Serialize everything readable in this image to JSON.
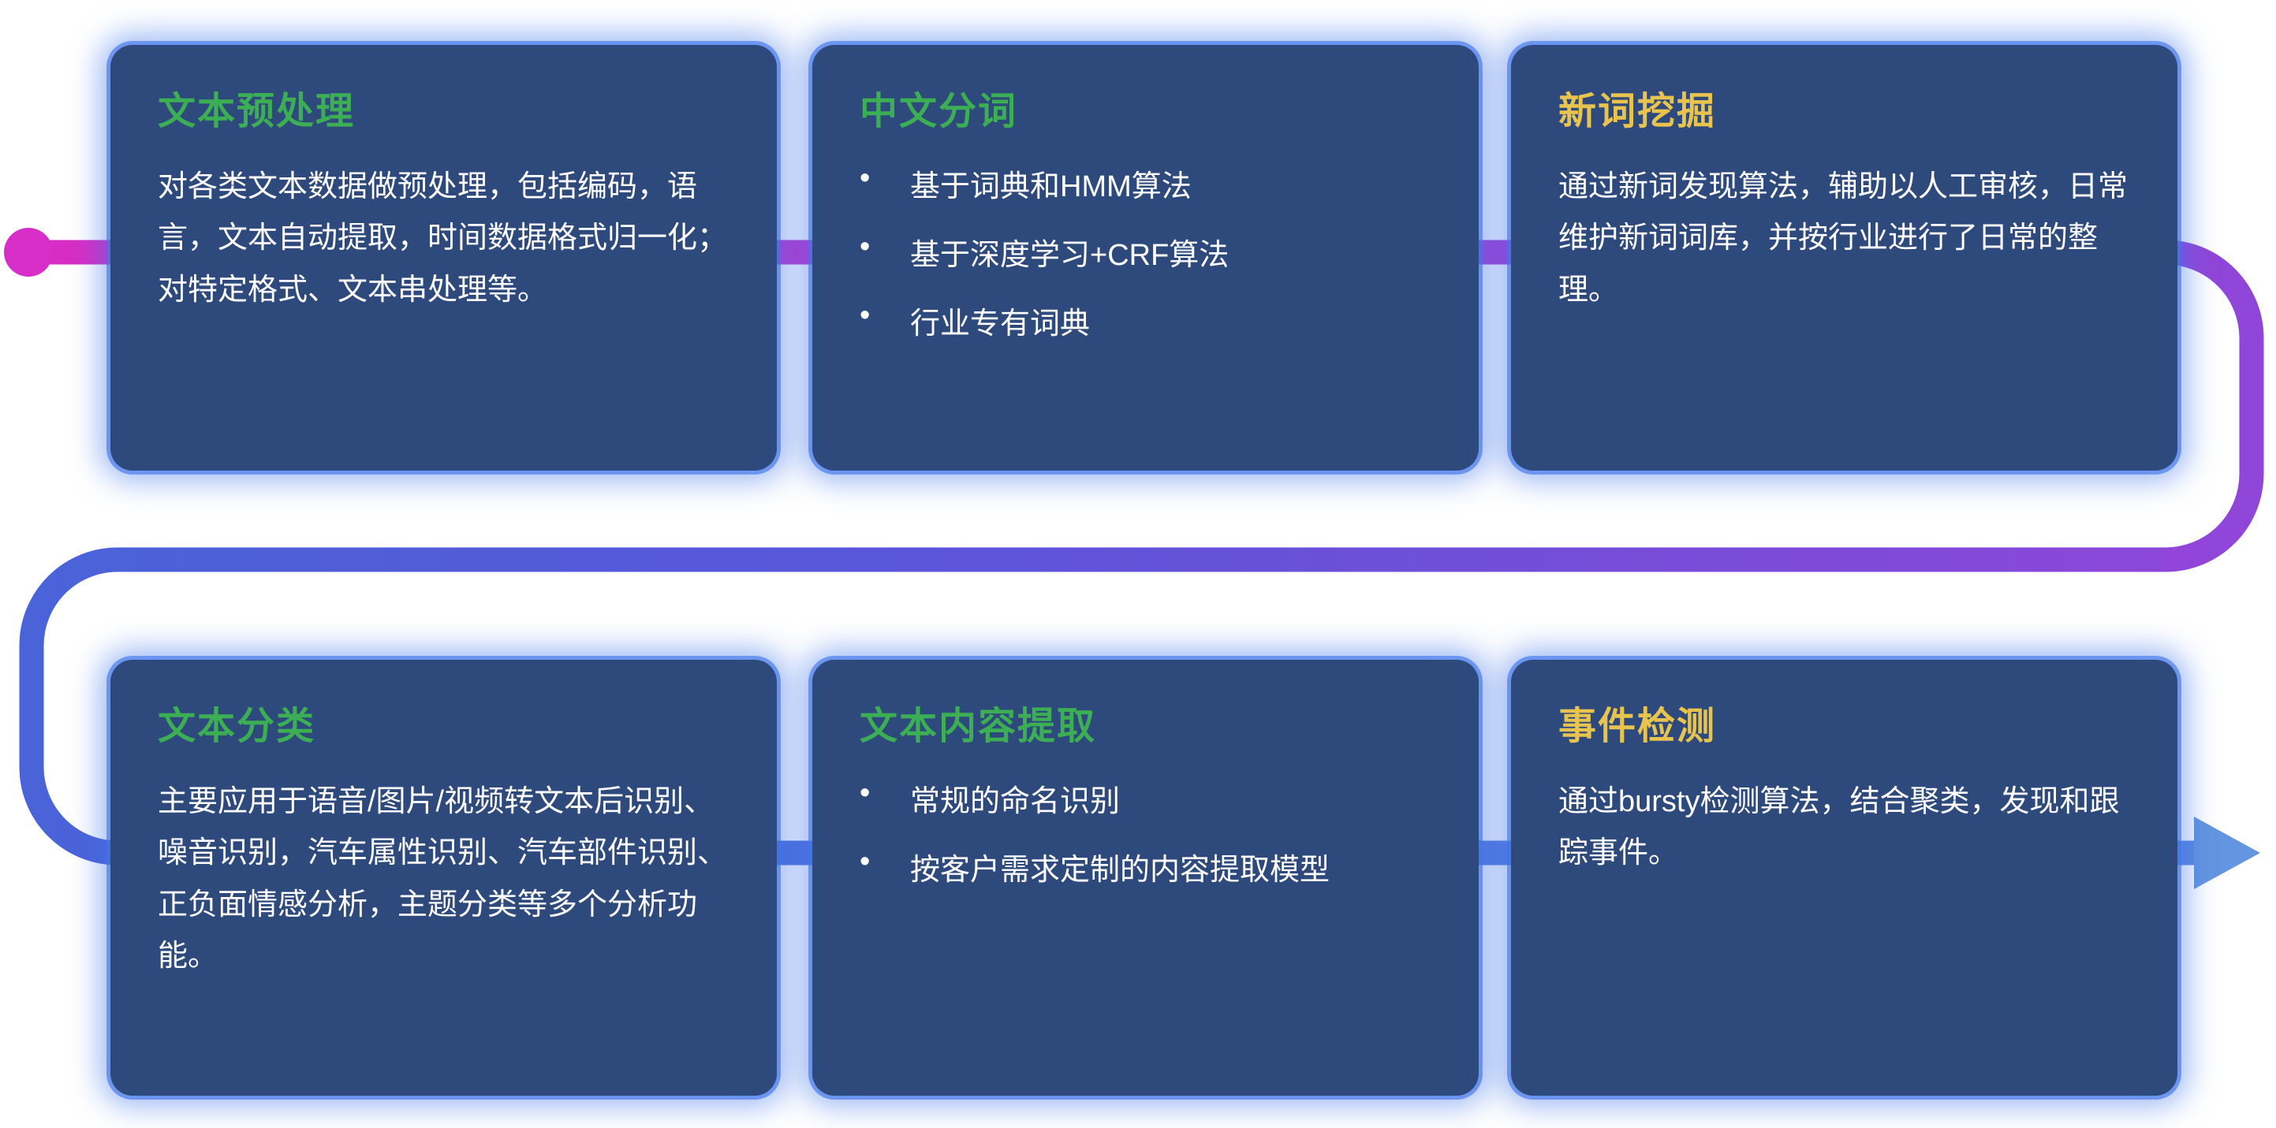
{
  "colors": {
    "background": "#ffffff",
    "card_bg": "#2e4a7d",
    "card_glow": "#4076eb",
    "title_green": "#3cae54",
    "title_yellow": "#e8c44f",
    "body_text": "#ffffff",
    "line_magenta": "#d92dc4",
    "line_purple": "#8f46d8",
    "line_blue": "#4a63d9",
    "arrow_blue": "#6395e0"
  },
  "bullet_char": "•",
  "cards": [
    {
      "title": "文本预处理",
      "title_color": "#3cae54",
      "body": "对各类文本数据做预处理，包括编码，语言，文本自动提取，时间数据格式归一化；对特定格式、文本串处理等。"
    },
    {
      "title": "中文分词",
      "title_color": "#3cae54",
      "bullets": [
        "基于词典和HMM算法",
        "基于深度学习+CRF算法",
        "行业专有词典"
      ]
    },
    {
      "title": "新词挖掘",
      "title_color": "#e8c44f",
      "body": "通过新词发现算法，辅助以人工审核，日常维护新词词库，并按行业进行了日常的整理。"
    },
    {
      "title": "文本分类",
      "title_color": "#3cae54",
      "body": "主要应用于语音/图片/视频转文本后识别、噪音识别，汽车属性识别、汽车部件识别、正负面情感分析，主题分类等多个分析功能。"
    },
    {
      "title": "文本内容提取",
      "title_color": "#3cae54",
      "bullets": [
        "常规的命名识别",
        "按客户需求定制的内容提取模型"
      ]
    },
    {
      "title": "事件检测",
      "title_color": "#e8c44f",
      "body": "通过bursty检测算法，结合聚类，发现和跟踪事件。"
    }
  ]
}
